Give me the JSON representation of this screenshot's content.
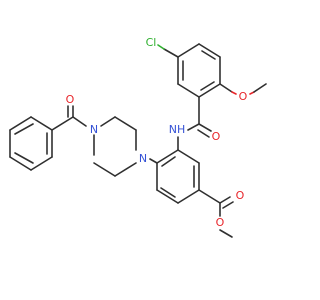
{
  "structure": {
    "atoms": {
      "cl": "Cl",
      "o_methoxy": "O",
      "nh": "NH",
      "o_amide": "O",
      "o_benzoyl": "O",
      "n_top": "N",
      "n_bottom": "N",
      "o_ester_carbonyl": "O",
      "o_ester": "O"
    },
    "colors": {
      "carbon": "#303030",
      "oxygen": "#e8262b",
      "nitrogen": "#3552d6",
      "chlorine": "#2fb02f"
    }
  }
}
